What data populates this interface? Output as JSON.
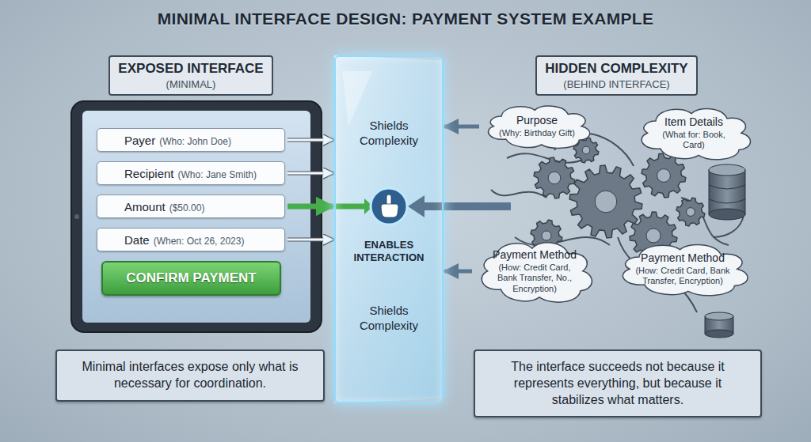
{
  "diagram": {
    "title": "MINIMAL INTERFACE DESIGN: PAYMENT SYSTEM EXAMPLE",
    "nodes": [
      {
        "text": [
          "EXPOSED INTERFACE",
          "(MINIMAL)"
        ]
      },
      {
        "text": [
          "Payer",
          "(Who: John Doe)"
        ]
      },
      {
        "text": [
          "Recipient",
          "(Who: Jane Smith)"
        ]
      },
      {
        "text": [
          "Amount",
          "($50.00)"
        ]
      },
      {
        "text": [
          "Date",
          "(When: Oct 26, 2023)"
        ]
      },
      {
        "text": [
          "CONFIRM PAYMENT"
        ]
      },
      {
        "text": [
          "Shields Complexity",
          "ENABLES INTERACTION",
          "Shields Complexity"
        ]
      },
      {
        "text": [
          "HIDDEN COMPLEXITY",
          "(BEHIND INTERFACE)"
        ]
      },
      {
        "text": [
          "Purpose",
          "(Why: Birthday Gift)"
        ]
      },
      {
        "text": [
          "Item Details",
          "(What for: Book, Card)"
        ]
      },
      {
        "text": [
          "Payment Method",
          "(How: Credit Card, Bank Transfer, No., Encryption)"
        ]
      },
      {
        "text": [
          "Payment Method",
          "(How: Credit Card, Bank Transfer, Encryption)"
        ]
      },
      {
        "text": [
          "Minimal interfaces expose only what is necessary for coordination."
        ]
      },
      {
        "text": [
          "The interface succeeds not because it represents everything, but because it stabilizes what matters."
        ]
      }
    ],
    "edges": [
      {
        "from": 1,
        "to": 6,
        "arrow": "to"
      },
      {
        "from": 2,
        "to": 6,
        "arrow": "to"
      },
      {
        "from": 3,
        "to": 6,
        "arrow": "to"
      },
      {
        "from": 4,
        "to": 6,
        "arrow": "to"
      },
      {
        "from": 8,
        "to": 6,
        "arrow": "to"
      },
      {
        "from": 10,
        "to": 6,
        "arrow": "to"
      }
    ]
  }
}
